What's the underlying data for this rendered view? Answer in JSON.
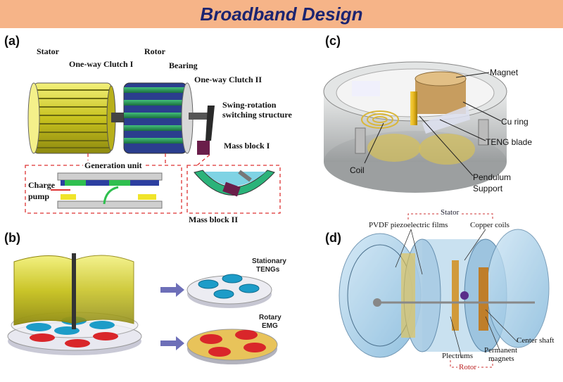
{
  "header": {
    "title": "Broadband Design"
  },
  "panels": {
    "a": {
      "letter": "(a)",
      "labels": {
        "stator": "Stator",
        "rotor": "Rotor",
        "clutch1": "One-way Clutch I",
        "bearing": "Bearing",
        "clutch2": "One-way Clutch II",
        "swing1": "Swing-rotation",
        "swing2": "switching structure",
        "mass1": "Mass block I",
        "gen": "Generation unit",
        "charge": "Charge",
        "pump": "pump",
        "mass2": "Mass block II"
      }
    },
    "b": {
      "letter": "(b)",
      "labels": {
        "stationary1": "Stationary",
        "stationary2": "TENGs",
        "rotary1": "Rotary",
        "rotary2": "EMG"
      }
    },
    "c": {
      "letter": "(c)",
      "labels": {
        "magnet": "Magnet",
        "cu_ring": "Cu ring",
        "teng_blade": "TENG blade",
        "pendulum1": "Pendulum",
        "pendulum2": "Support",
        "coil": "Coil"
      }
    },
    "d": {
      "letter": "(d)",
      "labels": {
        "stator": "Stator",
        "pvdf": "PVDF piezoelectric films",
        "copper": "Copper coils",
        "center_shaft": "Center shaft",
        "permanent1": "Permanent",
        "permanent2": "magnets",
        "plectrums": "Plectrums",
        "rotor": "Rotor"
      }
    }
  }
}
